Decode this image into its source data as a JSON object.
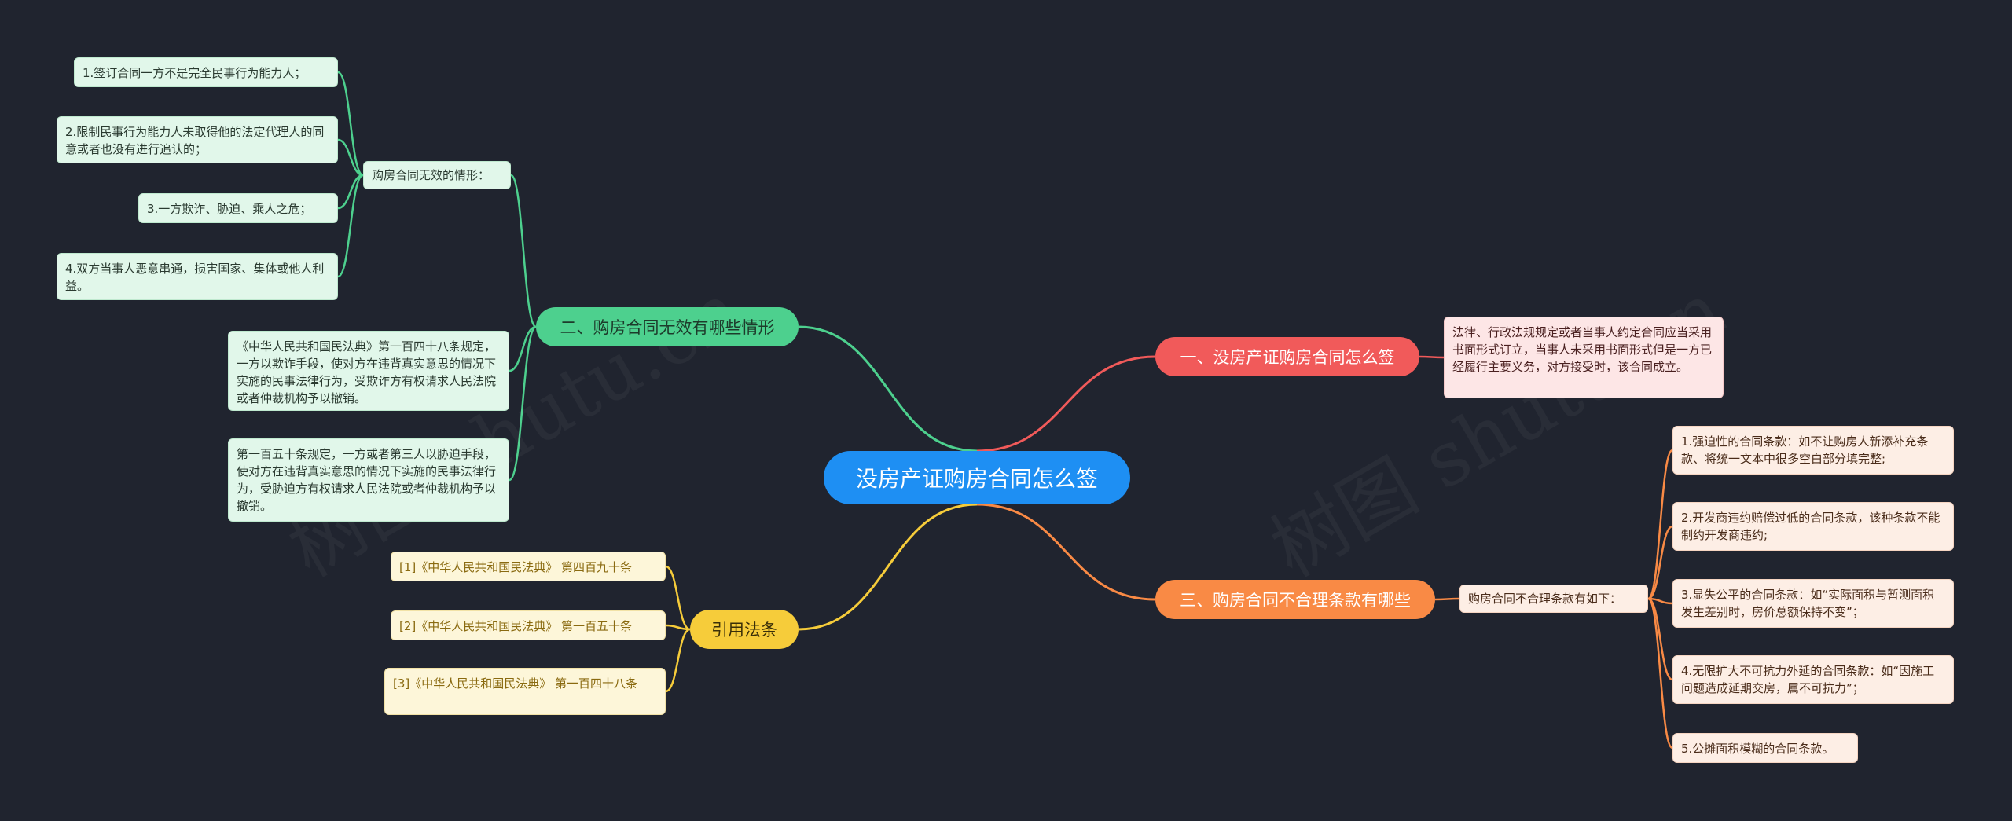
{
  "root": {
    "label": "没房产证购房合同怎么签",
    "color": "#1e8ff3"
  },
  "branches": {
    "b1": {
      "label": "一、没房产证购房合同怎么签",
      "color": "#f15a5a",
      "leaf": "法律、行政法规规定或者当事人约定合同应当采用书面形式订立，当事人未采用书面形式但是一方已经履行主要义务，对方接受时，该合同成立。"
    },
    "b2": {
      "label": "二、购房合同无效有哪些情形",
      "color": "#4dd08e",
      "sub": "购房合同无效的情形：",
      "items": [
        "1.签订合同一方不是完全民事行为能力人；",
        "2.限制民事行为能力人未取得他的法定代理人的同意或者也没有进行追认的；",
        "3.一方欺诈、胁迫、乘人之危；",
        "4.双方当事人恶意串通，损害国家、集体或他人利益。"
      ],
      "law1": "《中华人民共和国民法典》第一百四十八条规定，一方以欺诈手段，使对方在违背真实意思的情况下实施的民事法律行为，受欺诈方有权请求人民法院或者仲裁机构予以撤销。",
      "law2": "第一百五十条规定，一方或者第三人以胁迫手段，使对方在违背真实意思的情况下实施的民事法律行为，受胁迫方有权请求人民法院或者仲裁机构予以撤销。"
    },
    "b3": {
      "label": "三、购房合同不合理条款有哪些",
      "color": "#f98a45",
      "sub": "购房合同不合理条款有如下：",
      "items": [
        "1.强迫性的合同条款：如不让购房人新添补充条款、将统一文本中很多空白部分填完整;",
        "2.开发商违约赔偿过低的合同条款，该种条款不能制约开发商违约;",
        "3.显失公平的合同条款：如“实际面积与暂测面积发生差别时，房价总额保持不变”；",
        "4.无限扩大不可抗力外延的合同条款：如“因施工问题造成延期交房，属不可抗力”；",
        "5.公摊面积模糊的合同条款。"
      ]
    },
    "b4": {
      "label": "引用法条",
      "color": "#f6cc3a",
      "items": [
        "[1]《中华人民共和国民法典》 第四百九十条",
        "[2]《中华人民共和国民法典》 第一百五十条",
        "[3]《中华人民共和国民法典》 第一百四十八条"
      ]
    }
  },
  "watermark": "树图 shutu.cn"
}
